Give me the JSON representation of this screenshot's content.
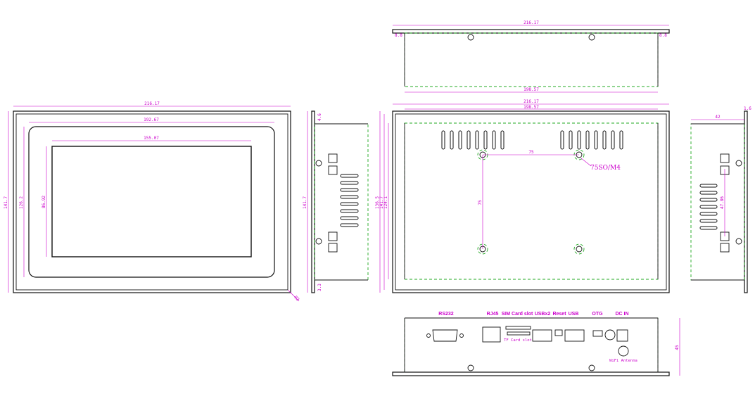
{
  "dimensions": {
    "front_width": "216.17",
    "front_bezel_width": "192.67",
    "front_screen_width": "155.07",
    "front_height": "141.7",
    "front_bezel_height": "126.2",
    "front_screen_height": "86.92",
    "corner_radius": "R2",
    "side_depth_top": "4.6",
    "side_height": "141.7",
    "side_bottom": "3.3",
    "top_width": "216.17",
    "top_inner_width": "198.57",
    "top_left_flange": "8.8",
    "top_right_flange": "8.8",
    "rear_width": "216.17",
    "rear_inner_width": "198.57",
    "rear_hole_spacing_h": "75",
    "rear_hole_spacing_v": "75",
    "rear_height_outer": "136.5",
    "rear_height_mid": "141.7",
    "rear_height_inner": "124.1",
    "right_depth": "42",
    "right_flange": "1.6",
    "right_slot_spacing": "47.86",
    "bottom_height": "45"
  },
  "labels": {
    "rear_vesa": "75SO/M4",
    "rs232": "RS232",
    "rj45": "RJ45",
    "sim_slot": "SIM Card slot",
    "usb_x2": "USBx2",
    "reset": "Reset",
    "usb": "USB",
    "otg": "OTG",
    "dc_in": "DC IN",
    "tf_slot": "TF Card slot",
    "wifi": "WiFi Antenna"
  }
}
